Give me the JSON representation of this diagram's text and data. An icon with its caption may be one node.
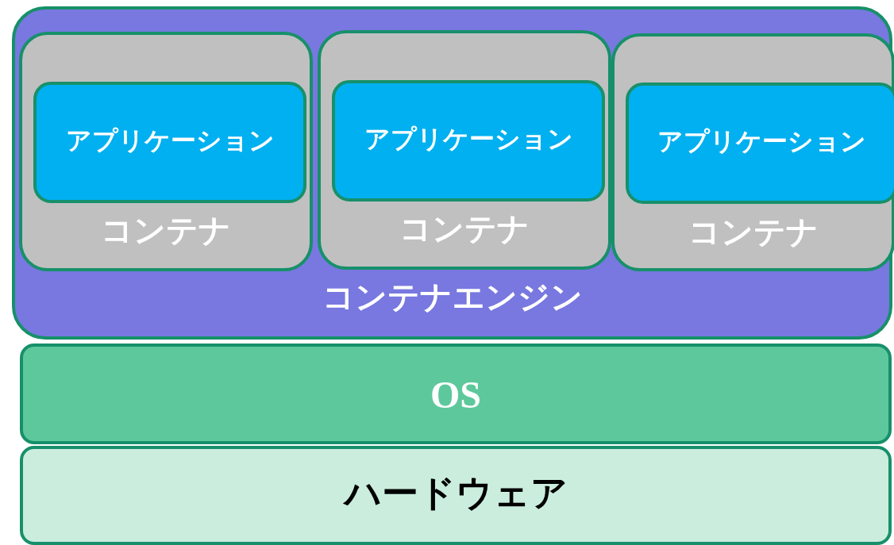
{
  "diagram": {
    "nodes": [
      {
        "text": [
          "コンテナエンジン"
        ]
      },
      {
        "text": [
          "コンテナ"
        ],
        "in": 0
      },
      {
        "text": [
          "アプリケーション"
        ],
        "in": 1
      },
      {
        "text": [
          "コンテナ"
        ],
        "in": 0
      },
      {
        "text": [
          "アプリケーション"
        ],
        "in": 3
      },
      {
        "text": [
          "コンテナ"
        ],
        "in": 0
      },
      {
        "text": [
          "アプリケーション"
        ],
        "in": 5
      },
      {
        "text": [
          "OS"
        ]
      },
      {
        "text": [
          "ハードウェア"
        ]
      }
    ]
  }
}
